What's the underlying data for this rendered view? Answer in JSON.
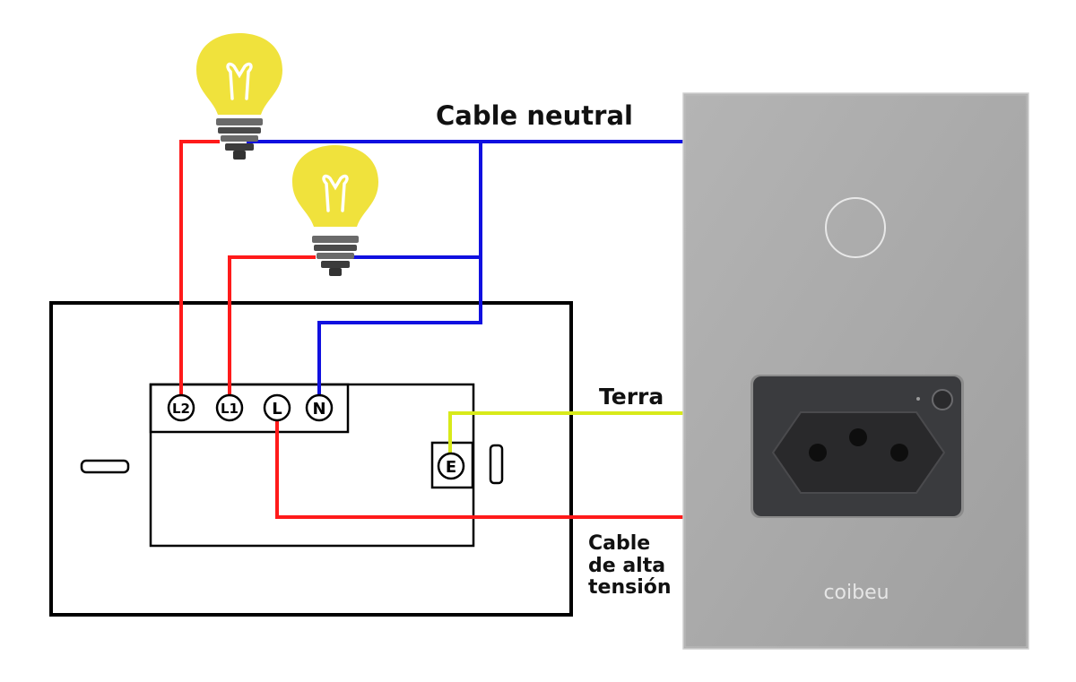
{
  "labels": {
    "neutral": "Cable neutral",
    "ground": "Terra",
    "high_voltage_line1": "Cable",
    "high_voltage_line2": "de alta",
    "high_voltage_line3": "tensión"
  },
  "terminals": {
    "l2": "L2",
    "l1": "L1",
    "l": "L",
    "n": "N",
    "e": "E"
  },
  "brand": "coibeu",
  "colors": {
    "line_wire": "#ff1a1a",
    "neutral_wire": "#1010e0",
    "ground_wire": "#d8ea1a",
    "panel": "#a9a9a9",
    "socket": "#3a3b3e",
    "bulb": "#f0e23c"
  }
}
